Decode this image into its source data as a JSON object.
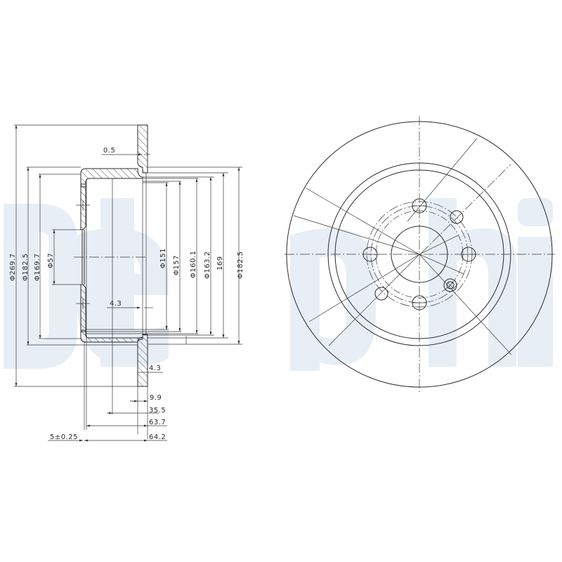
{
  "watermark": {
    "text": "Delphi",
    "color": "#e8eef6"
  },
  "section_view": {
    "diameters": [
      {
        "id": "d269_7",
        "label": "Φ269.7"
      },
      {
        "id": "d182_5_left",
        "label": "Φ182.5"
      },
      {
        "id": "d169_7",
        "label": "Φ169.7"
      },
      {
        "id": "d57",
        "label": "Φ57"
      },
      {
        "id": "d151",
        "label": "Φ151"
      },
      {
        "id": "d157",
        "label": "Φ157"
      },
      {
        "id": "d160_1",
        "label": "Φ160.1"
      },
      {
        "id": "d163_2",
        "label": "Φ163.2"
      },
      {
        "id": "d169",
        "label": "169"
      },
      {
        "id": "d182_5_right",
        "label": "Φ182.5"
      }
    ],
    "lengths": [
      {
        "id": "l0_5",
        "label": "0.5"
      },
      {
        "id": "l4_3_inner",
        "label": "4.3"
      },
      {
        "id": "l4_3_flange",
        "label": "4.3"
      },
      {
        "id": "l9_9",
        "label": "9.9"
      },
      {
        "id": "l35_5",
        "label": "35.5"
      },
      {
        "id": "l63_7",
        "label": "63.7"
      },
      {
        "id": "l64_2",
        "label": "64.2"
      },
      {
        "id": "l5_tol",
        "label": "5±0.25"
      }
    ]
  },
  "front_view": {
    "bolt_holes": 5,
    "extra_holes": 2,
    "threaded_holes": 1
  },
  "colors": {
    "line": "#2b2b2b",
    "background": "#ffffff",
    "watermark": "#e8eef6"
  }
}
